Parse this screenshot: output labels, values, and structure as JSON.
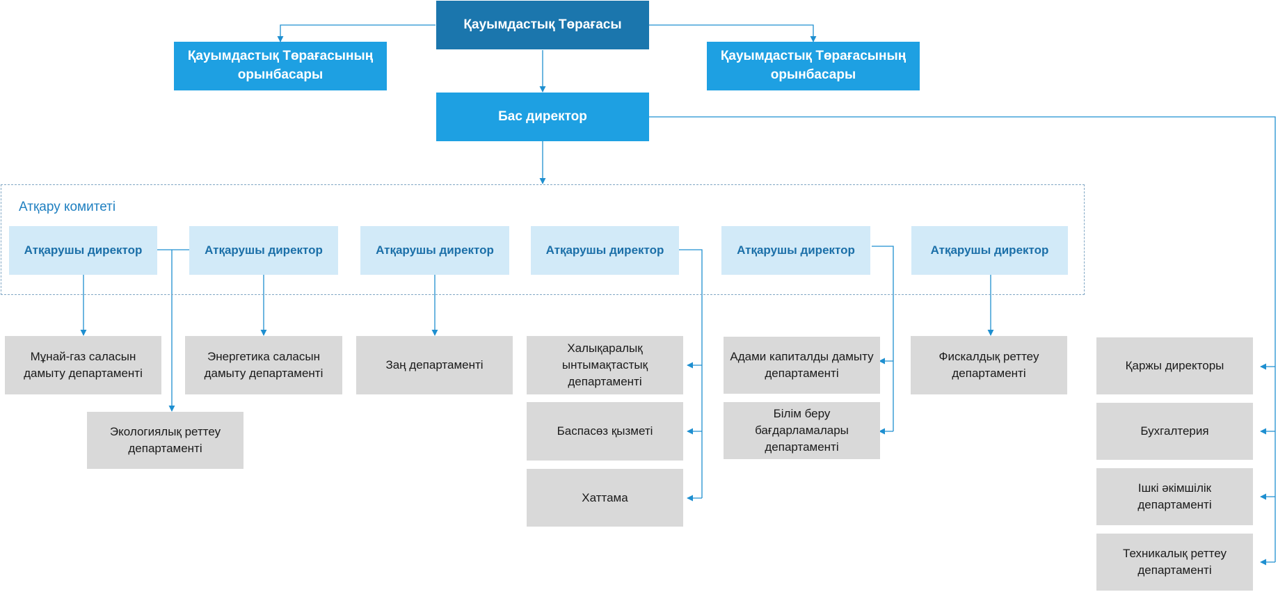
{
  "chairman": "Қауымдастық Төрағасы",
  "deputy_left": "Қауымдастық Төрағасының орынбасары",
  "deputy_right": "Қауымдастық Төрағасының орынбасары",
  "ceo": "Бас директор",
  "committee_label": "Атқару комитеті",
  "exec_directors": [
    "Атқарушы директор",
    "Атқарушы директор",
    "Атқарушы директор",
    "Атқарушы директор",
    "Атқарушы директор",
    "Атқарушы директор"
  ],
  "departments": {
    "oil_gas": "Мұнай-газ саласын дамыту департаменті",
    "ecology": "Экологиялық реттеу департаменті",
    "energy": "Энергетика саласын дамыту департаменті",
    "legal": "Заң департаменті",
    "intl": "Халықаралық ынтымақтастық департаменті",
    "press": "Баспасөз қызметі",
    "protocol": "Хаттама",
    "human_capital": "Адами капиталды дамыту департаменті",
    "education": "Білім беру бағдарламалары департаменті",
    "fiscal": "Фискалдық реттеу департаменті",
    "cfo": "Қаржы директоры",
    "accounting": "Бухгалтерия",
    "internal_admin": "Ішкі әкімшілік департаменті",
    "technical": "Техникалық реттеу департаменті"
  },
  "colors": {
    "chairman": "#1b76ad",
    "primary": "#1ea0e2",
    "exec": "#d2eaf8",
    "exec_text": "#1b6fa8",
    "department": "#d9d9d9",
    "connector": "#1e8fd0"
  }
}
